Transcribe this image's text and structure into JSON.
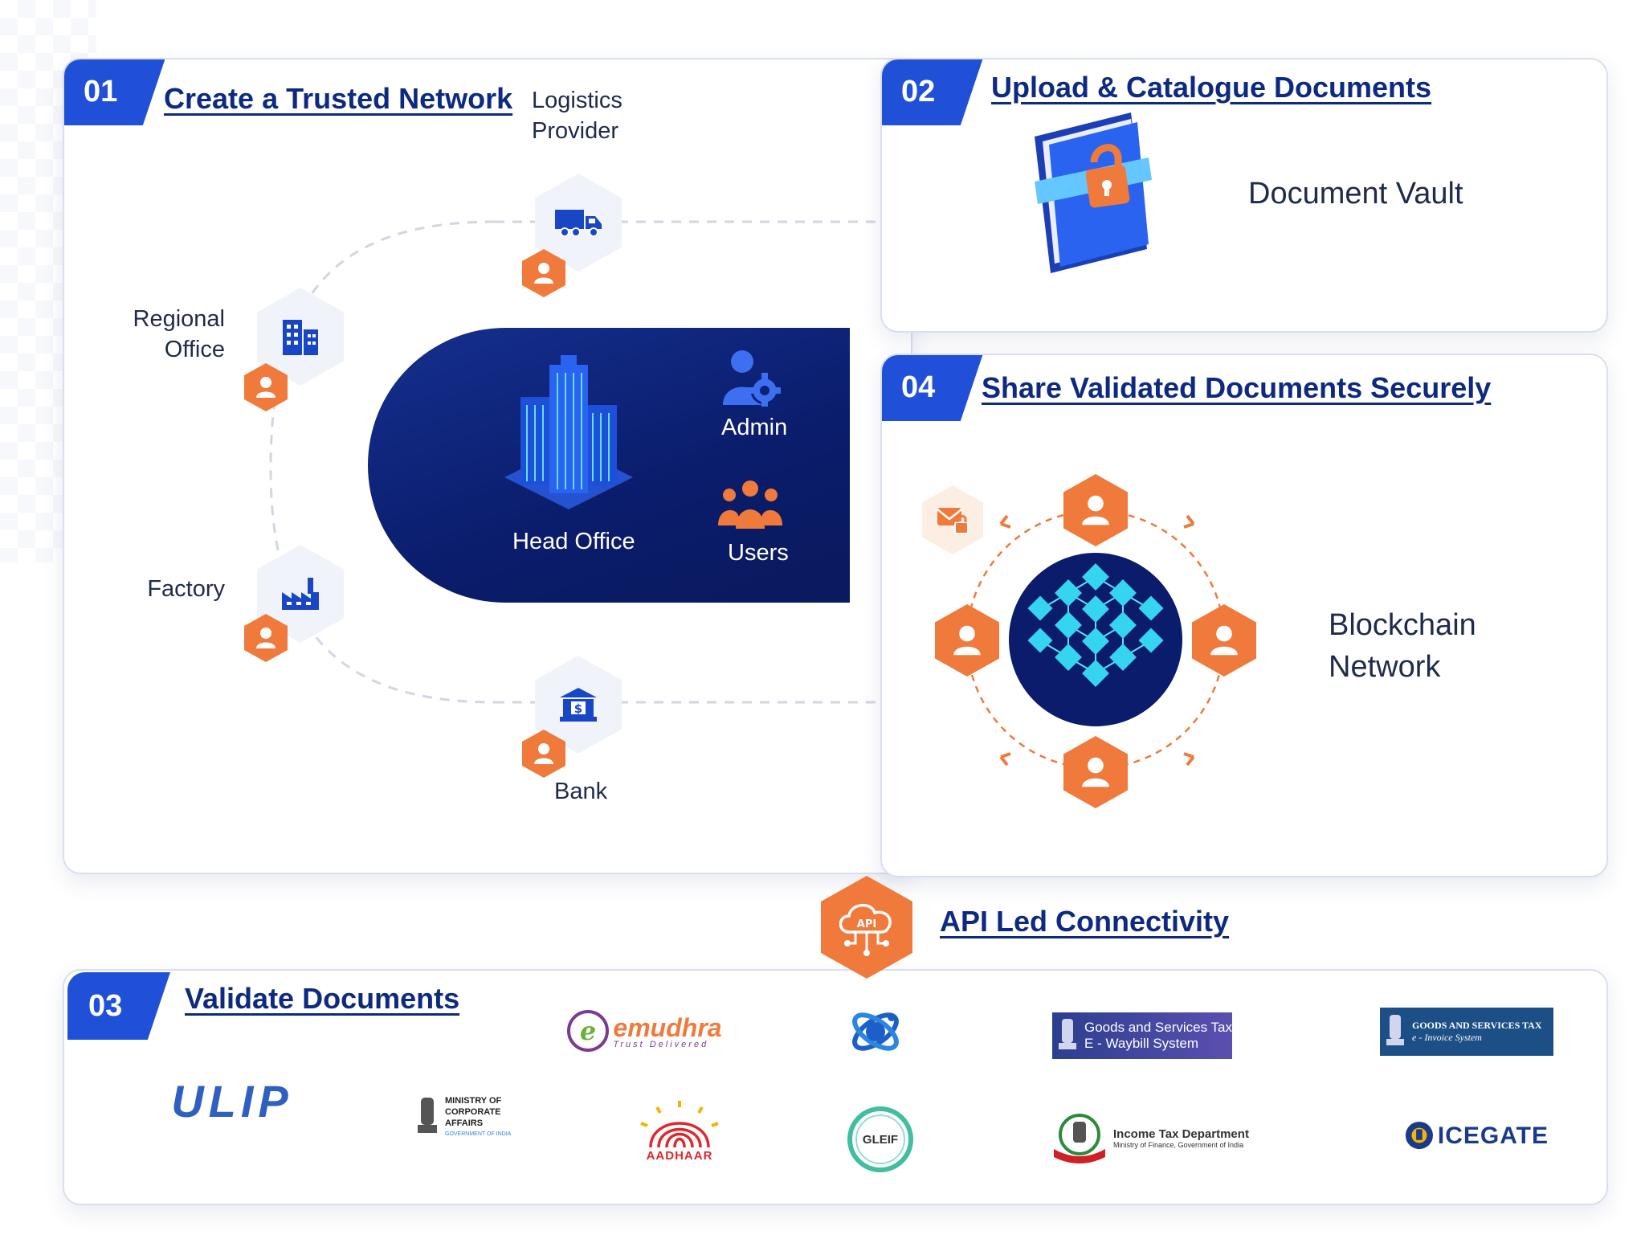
{
  "section1": {
    "number": "01",
    "title": "Create a Trusted Network",
    "nodes": {
      "logistics": "Logistics\nProvider",
      "regional": "Regional\nOffice",
      "factory": "Factory",
      "bank": "Bank"
    },
    "hub": {
      "head_office": "Head Office",
      "admin": "Admin",
      "users": "Users"
    }
  },
  "section2": {
    "number": "02",
    "title": "Upload & Catalogue Documents",
    "vault_label": "Document Vault"
  },
  "section4": {
    "number": "04",
    "title": "Share Validated Documents Securely",
    "network_label": "Blockchain\nNetwork"
  },
  "api": {
    "title": "API Led Connectivity",
    "icon_text": "API"
  },
  "section3": {
    "number": "03",
    "title": "Validate Documents",
    "logos": {
      "emudhra": {
        "name": "emudhra",
        "tagline": "Trust Delivered"
      },
      "gst_eway": {
        "line1": "Goods and Services Tax",
        "line2": "E - Waybill System"
      },
      "gst_einvoice": {
        "line1": "GOODS AND SERVICES TAX",
        "line2": "e - Invoice System"
      },
      "ulip": "ULIP",
      "mca": {
        "line1": "MINISTRY OF",
        "line2": "CORPORATE",
        "line3": "AFFAIRS",
        "line4": "GOVERNMENT OF INDIA"
      },
      "aadhaar": "AADHAAR",
      "gleif": "GLEIF",
      "income_tax": {
        "line1": "Income Tax Department",
        "line2": "Ministry of Finance, Government of India"
      },
      "icegate": "ICEGATE"
    }
  },
  "colors": {
    "accent": "#2050d8",
    "navy": "#0a1c6b",
    "orange": "#f07a3c",
    "title": "#0e2a80",
    "cyan": "#35d4f0"
  }
}
